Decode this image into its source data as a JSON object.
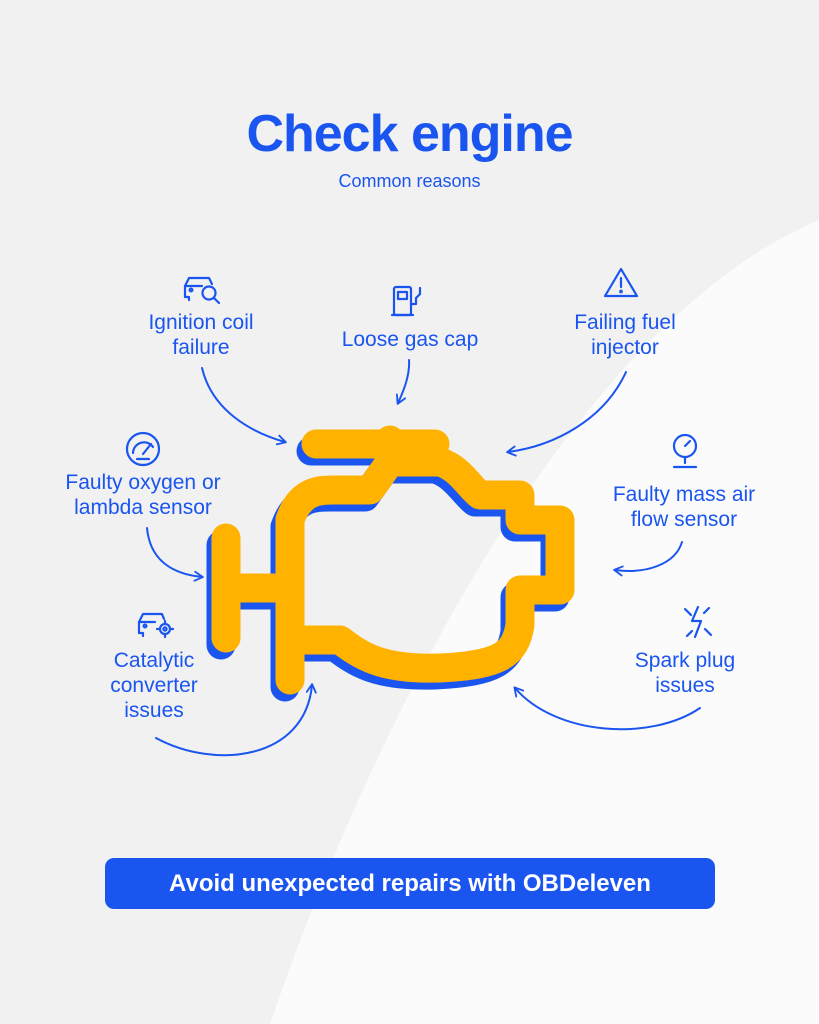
{
  "colors": {
    "accent": "#1a55f0",
    "engine": "#ffb300",
    "background": "#f1f1f2",
    "background_light": "#fbfbfb",
    "cta_text": "#ffffff"
  },
  "header": {
    "title": "Check engine",
    "subtitle": "Common reasons"
  },
  "reasons": [
    {
      "id": "ignition",
      "icon": "car-search-icon",
      "lines": [
        "Ignition coil",
        "failure"
      ]
    },
    {
      "id": "gascap",
      "icon": "fuel-pump-icon",
      "lines": [
        "Loose gas cap"
      ]
    },
    {
      "id": "injector",
      "icon": "warning-triangle-icon",
      "lines": [
        "Failing fuel",
        "injector"
      ]
    },
    {
      "id": "oxygen",
      "icon": "gauge-icon",
      "lines": [
        "Faulty oxygen or",
        "lambda sensor"
      ]
    },
    {
      "id": "maf",
      "icon": "pressure-gauge-icon",
      "lines": [
        "Faulty mass air",
        "flow sensor"
      ]
    },
    {
      "id": "catalytic",
      "icon": "car-settings-icon",
      "lines": [
        "Catalytic",
        "converter",
        "issues"
      ]
    },
    {
      "id": "spark",
      "icon": "spark-plug-icon",
      "lines": [
        "Spark plug",
        "issues"
      ]
    }
  ],
  "center_icon": "check-engine-icon",
  "cta": {
    "label": "Avoid unexpected repairs with OBDeleven"
  }
}
